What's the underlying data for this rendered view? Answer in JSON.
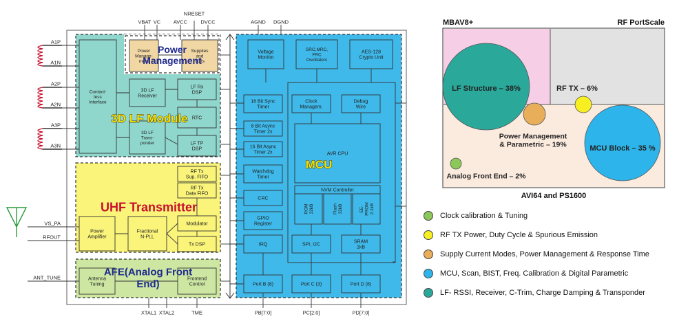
{
  "block_diagram": {
    "top_pins": [
      "VBAT",
      "VC",
      "NRESET",
      "AVCC",
      "DVCC",
      "AGND",
      "DGND"
    ],
    "left_pins": [
      "A1P",
      "A1N",
      "A2P",
      "A2N",
      "A3P",
      "A3N",
      "VS_PA",
      "RFOUT",
      "ANT_TUNE"
    ],
    "bottom_pins": [
      "XTAL1",
      "XTAL2",
      "TME",
      "PB[7:0]",
      "PC[2:0]",
      "PD[7:0]"
    ],
    "blocks": {
      "contactless": "Contact-\nless\nInterface",
      "power_manager": "Power\nManage-\nment",
      "supplies": "Supplies\nand\nVolts",
      "lf3d_receiver": "3D LF\nReceiver",
      "lf_rx_dsp": "LF Rx\nDSP",
      "rtc": "RTC",
      "lf3d_transponder": "3D LF\nTrans-\nponder",
      "lf_tp_dsp": "LF TP\nDSP",
      "rf_tx_sup_fifo": "RF Tx\nSup. FIFO",
      "rf_tx_data_fifo": "RF Tx\nData FIFO",
      "power_amplifier": "Power\nAmplifier",
      "fractional_npll": "Fractional\nN-PLL",
      "modulator": "Modulator",
      "tx_dsp": "Tx DSP",
      "antenna_tuning": "Antenna\nTuning",
      "frontend_control": "Frontend\nControl",
      "voltage_monitor": "Voltage\nMonitor",
      "src_mrc": "SRC,MRC,\nFRC\nOscillators",
      "aes": "AES-128\nCrypto Unit",
      "sync_timer": "16 Bit Sync\nTimer",
      "clock_mgmt": "Clock\nManagem.",
      "debug_wire": "Debug\nWire",
      "async_timer8": "8 Bit Async\nTimer 2x",
      "async_timer16": "16 Bit Async\nTimer 2x",
      "watchdog": "Watchdog\nTimer",
      "avr_cpu": "AVR CPU",
      "nvm_controller": "NVM Controller",
      "rom": "ROM\n32kB",
      "flash": "Flash\n32kB",
      "eeprom": "EE-\nPROM\n2.1kB",
      "crc": "CRC",
      "gpio": "GPIO\nRegister",
      "irq": "IRQ",
      "spi": "SPI, I2C",
      "sram": "SRAM\n1kB",
      "port_b": "Port B (8)",
      "port_c": "Port C (3)",
      "port_d": "Port D (8)"
    },
    "region_labels": {
      "power": "Power\nManagement",
      "lf": "3D LF Module",
      "uhf": "UHF Transmitter",
      "afe": "AFE(Analog Front\nEnd)",
      "mcu": "MCU"
    }
  },
  "area_chart": {
    "top_left_label": "MBAV8+",
    "top_right_label": "RF PortScale",
    "bottom_label": "AVI64 and PS1600",
    "bubbles": [
      {
        "label": "LF Structure – 38%",
        "color": "#2aa89a"
      },
      {
        "label": "RF TX – 6%",
        "color": "#f8ef22"
      },
      {
        "label": "Power Management\n& Parametric – 19%",
        "color": "#e8ae5a"
      },
      {
        "label": "MCU Block – 35 %",
        "color": "#2db4ea"
      },
      {
        "label": "Analog Front End – 2%",
        "color": "#8cc75a"
      }
    ]
  },
  "legend": [
    {
      "label": "Clock calibration & Tuning",
      "color": "#8cc75a"
    },
    {
      "label": "RF TX Power, Duty Cycle & Spurious Emission",
      "color": "#f8ef22"
    },
    {
      "label": "Supply Current Modes, Power Management & Response Time",
      "color": "#e8ae5a"
    },
    {
      "label": "MCU, Scan, BIST, Freq. Calibration & Digital Parametric",
      "color": "#2db4ea"
    },
    {
      "label": "LF- RSSI, Receiver, C-Trim, Charge Damping & Transponder",
      "color": "#2aa89a"
    }
  ]
}
